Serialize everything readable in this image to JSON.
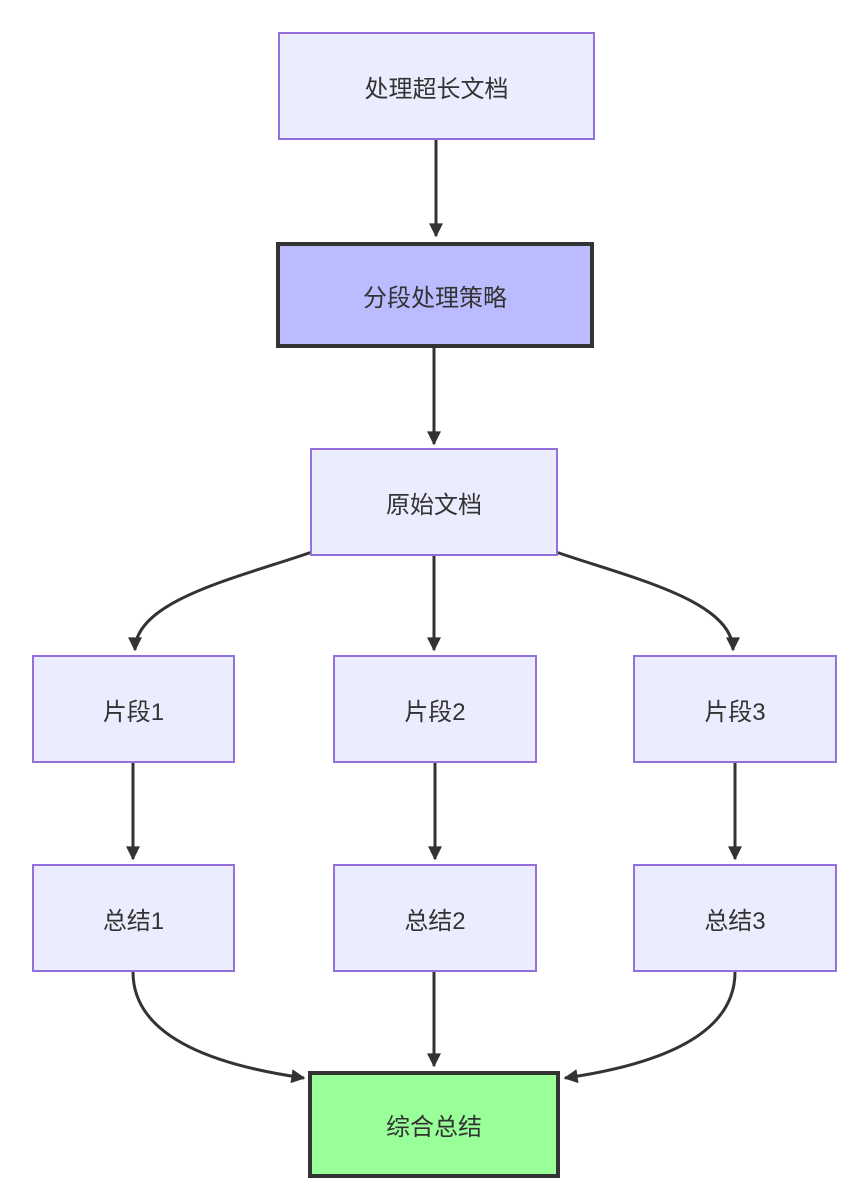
{
  "diagram": {
    "type": "flowchart-top-down",
    "nodes": [
      {
        "id": "A",
        "label": "处理超长文档",
        "style": "default"
      },
      {
        "id": "B",
        "label": "分段处理策略",
        "style": "highlight"
      },
      {
        "id": "C",
        "label": "原始文档",
        "style": "default"
      },
      {
        "id": "C1",
        "label": "片段1",
        "style": "default"
      },
      {
        "id": "C2",
        "label": "片段2",
        "style": "default"
      },
      {
        "id": "C3",
        "label": "片段3",
        "style": "default"
      },
      {
        "id": "S1",
        "label": "总结1",
        "style": "default"
      },
      {
        "id": "S2",
        "label": "总结2",
        "style": "default"
      },
      {
        "id": "S3",
        "label": "总结3",
        "style": "default"
      },
      {
        "id": "F",
        "label": "综合总结",
        "style": "result"
      }
    ],
    "edges": [
      {
        "from": "A",
        "to": "B"
      },
      {
        "from": "B",
        "to": "C"
      },
      {
        "from": "C",
        "to": "C1"
      },
      {
        "from": "C",
        "to": "C2"
      },
      {
        "from": "C",
        "to": "C3"
      },
      {
        "from": "C1",
        "to": "S1"
      },
      {
        "from": "C2",
        "to": "S2"
      },
      {
        "from": "C3",
        "to": "S3"
      },
      {
        "from": "S1",
        "to": "F"
      },
      {
        "from": "S2",
        "to": "F"
      },
      {
        "from": "S3",
        "to": "F"
      }
    ],
    "colors": {
      "background": "#ffffff",
      "node_fill": "#ECECFF",
      "node_border": "#9370DB",
      "highlight_fill": "#BBBBFF",
      "highlight_border": "#333333",
      "result_fill": "#99FF99",
      "result_border": "#333333",
      "edge_color": "#333333",
      "text_color": "#333333"
    }
  }
}
